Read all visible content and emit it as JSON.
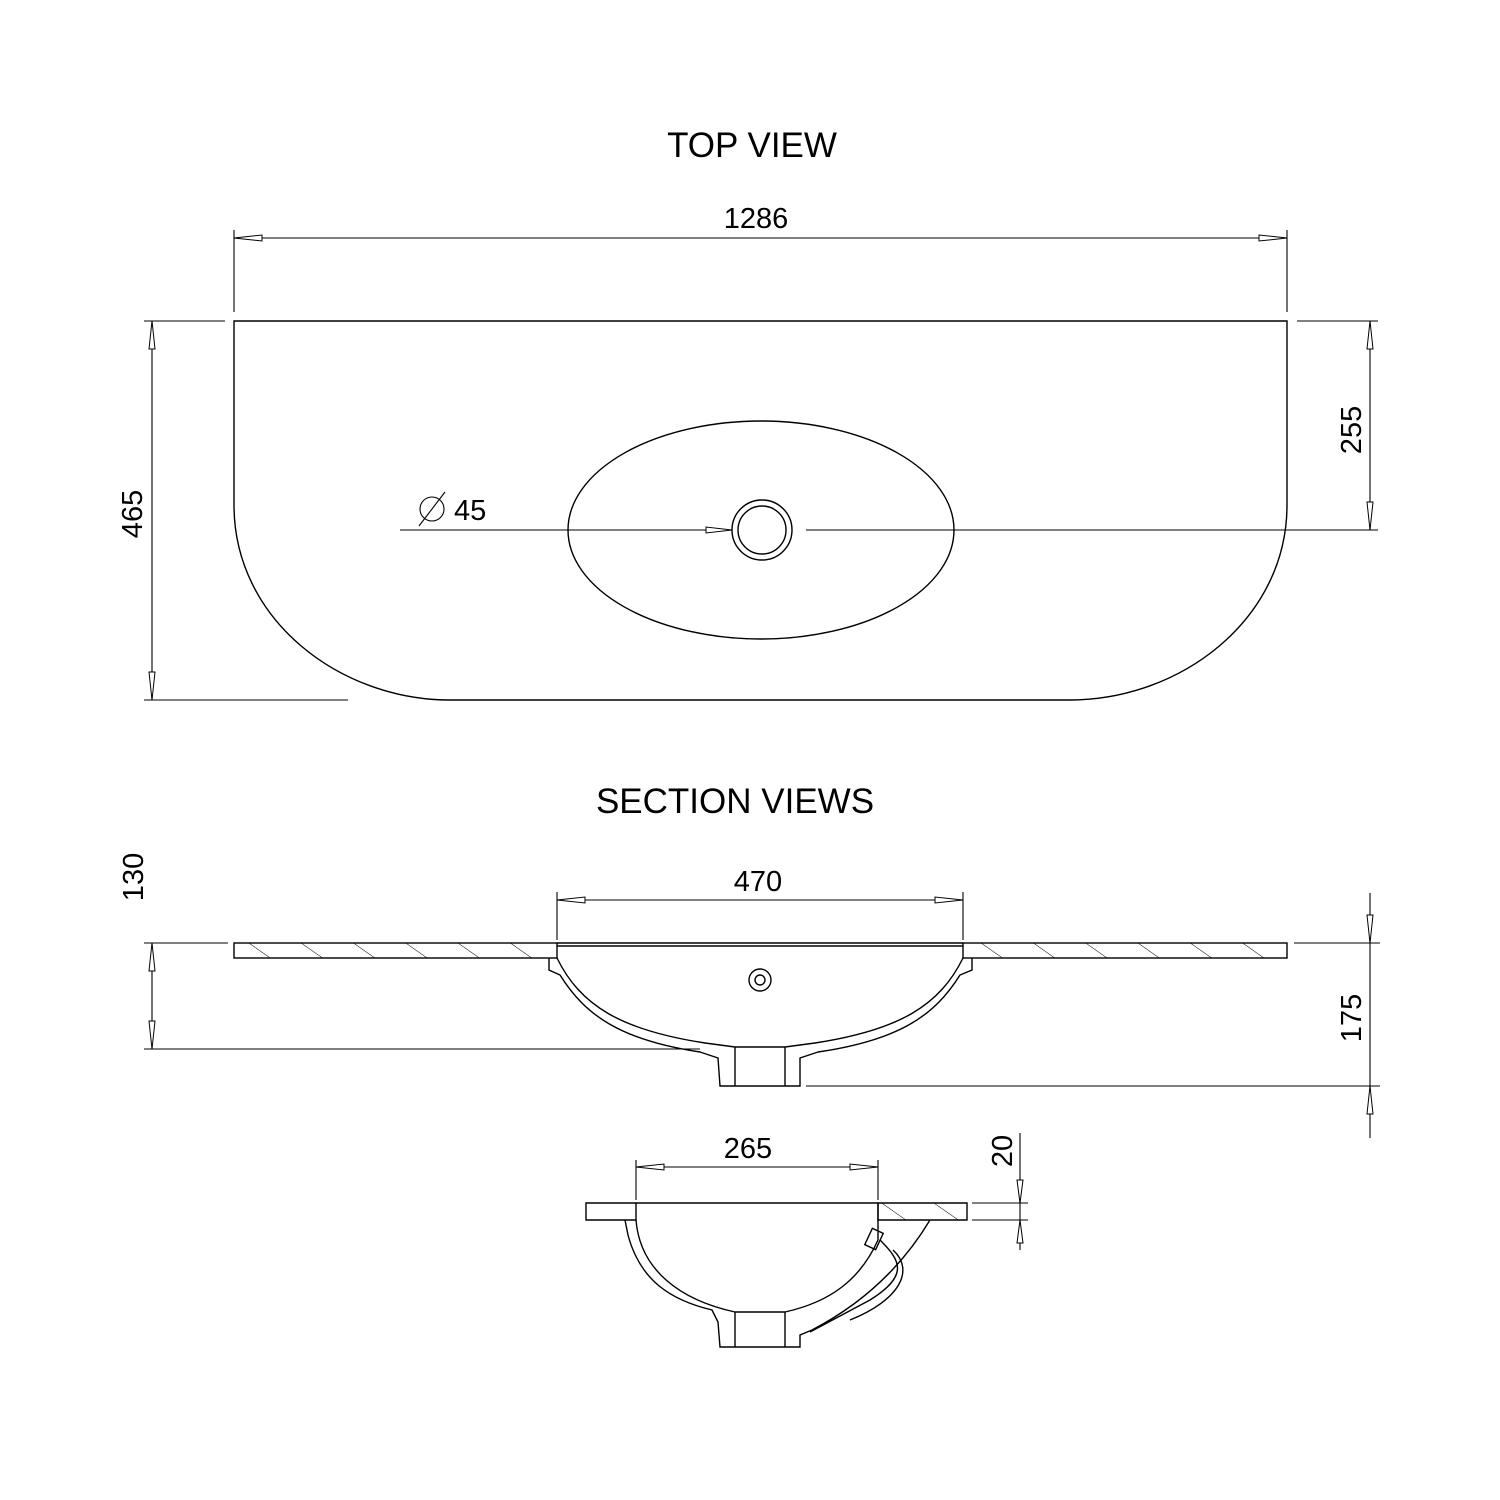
{
  "titles": {
    "top_view": "TOP VIEW",
    "section_views": "SECTION VIEWS"
  },
  "dimensions": {
    "overall_width": "1286",
    "overall_depth": "465",
    "waste_offset": "255",
    "waste_diameter_symbol": "∅",
    "waste_diameter": "45",
    "basin_height_above": "130",
    "bowl_length": "470",
    "total_height": "175",
    "bowl_width": "265",
    "deck_thickness": "20"
  },
  "colors": {
    "line": "#000000",
    "background": "#ffffff"
  }
}
